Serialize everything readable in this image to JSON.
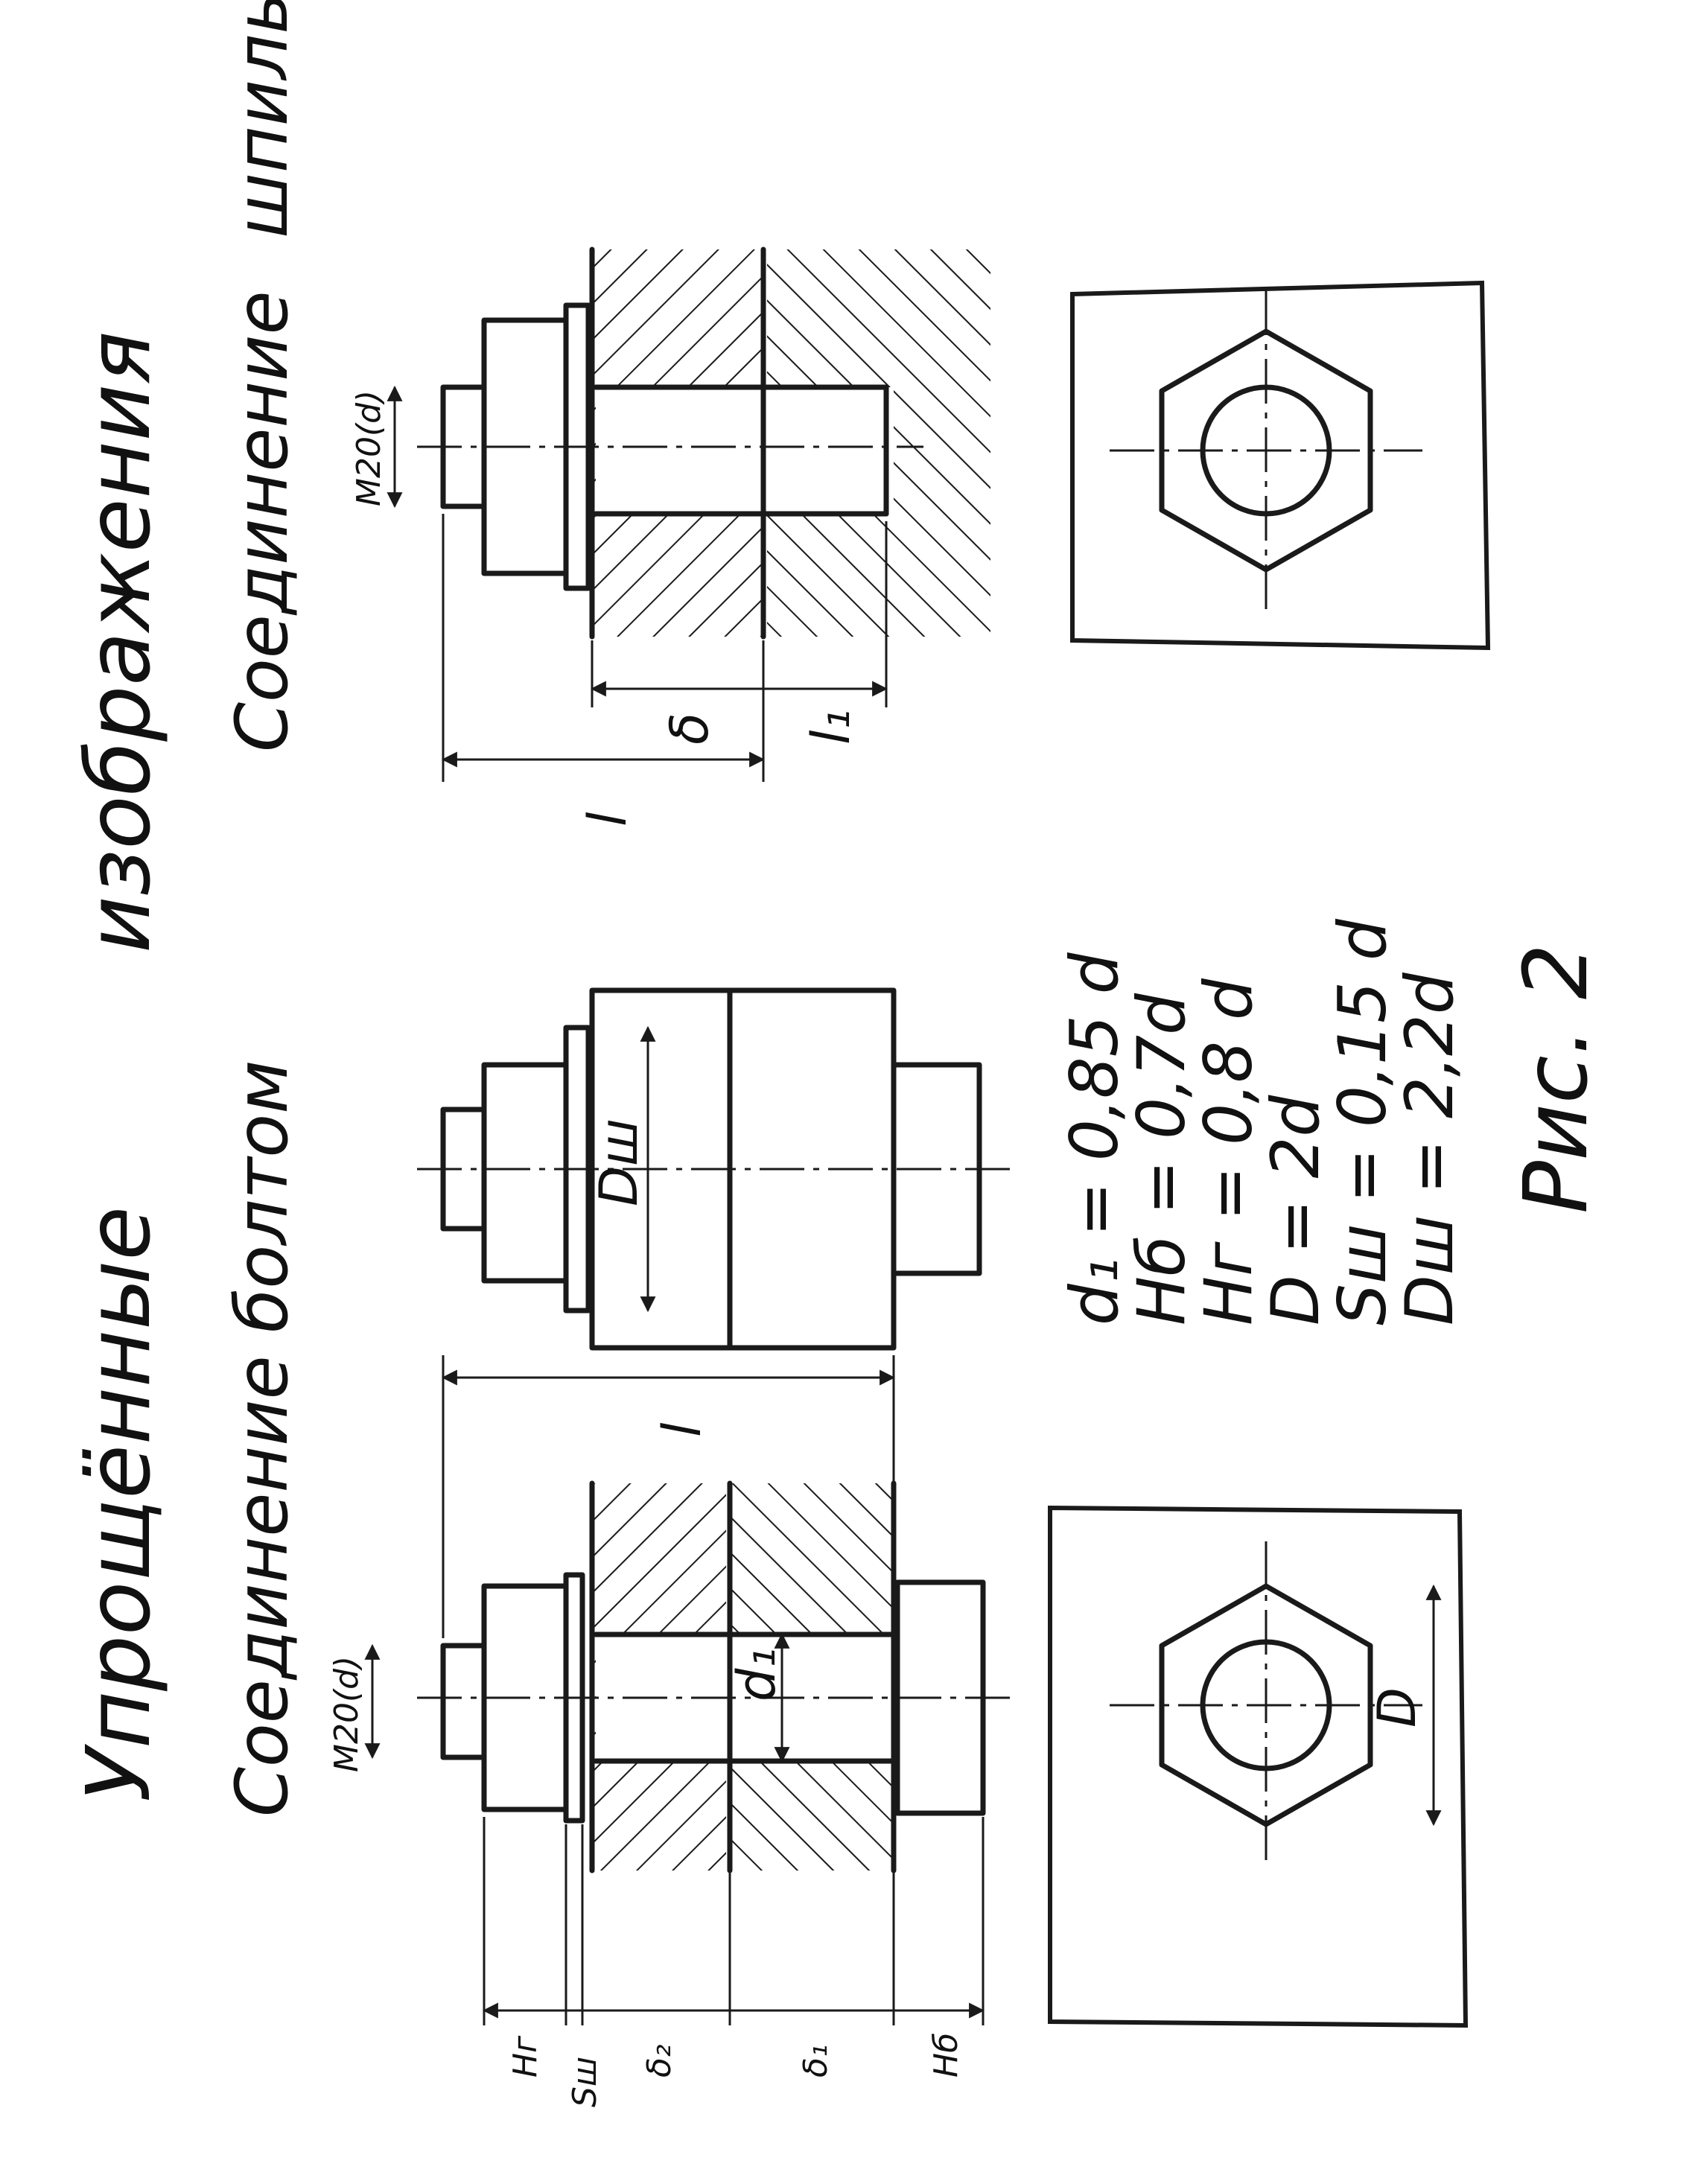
{
  "headings": {
    "main_part1": "Упрощённые",
    "main_part2": "изображения",
    "bolt_title": "Соединение болтом",
    "stud_title_part1": "Соединение",
    "stud_title_part2": "шпилькой"
  },
  "dimensions": {
    "thread_bolt": "M20(d)",
    "thread_stud": "M20(d)",
    "d1": "d₁",
    "D": "D",
    "Dw": "Dш",
    "l_bolt": "l",
    "l_stud": "l",
    "delta": "δ",
    "l1": "l₁",
    "Hg": "Hг",
    "Sw": "Sш",
    "delta2": "δ₂",
    "delta1": "δ₁",
    "Hb": "Hб"
  },
  "formulas": [
    "d₁ = 0,85 d",
    "Hб = 0,7d",
    "Hг = 0,8 d",
    "D = 2d",
    "Sш = 0,15 d",
    "Dш = 2,2d"
  ],
  "caption": "Рис. 2"
}
